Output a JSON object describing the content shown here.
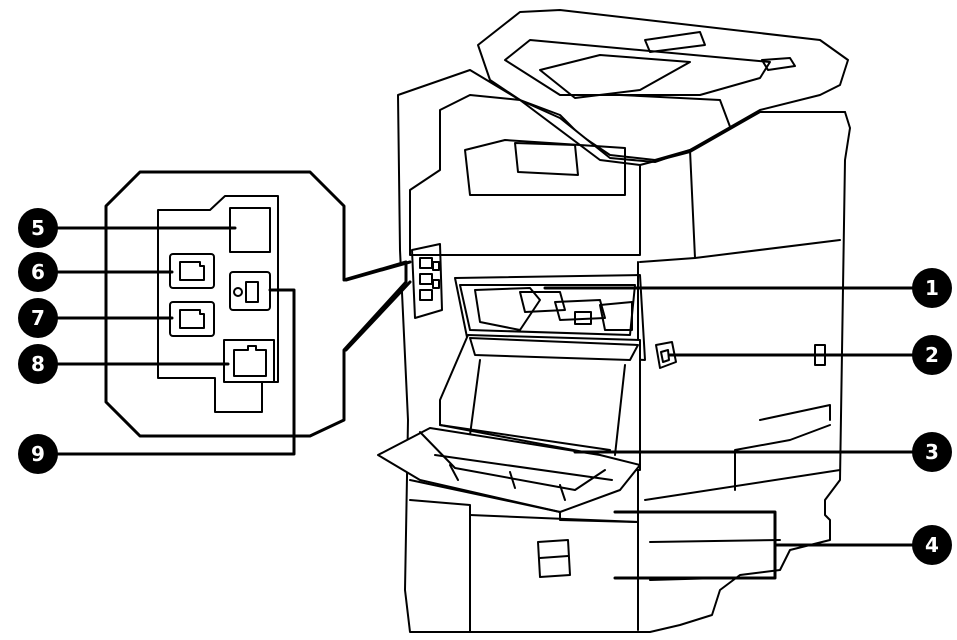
{
  "diagram": {
    "ink_color": "#000000",
    "fill_color": "#ffffff",
    "subject": "printer-rear-view",
    "callouts": [
      {
        "id": "1",
        "label": "1"
      },
      {
        "id": "2",
        "label": "2"
      },
      {
        "id": "3",
        "label": "3"
      },
      {
        "id": "4",
        "label": "4"
      },
      {
        "id": "5",
        "label": "5"
      },
      {
        "id": "6",
        "label": "6"
      },
      {
        "id": "7",
        "label": "7"
      },
      {
        "id": "8",
        "label": "8"
      },
      {
        "id": "9",
        "label": "9"
      }
    ]
  }
}
